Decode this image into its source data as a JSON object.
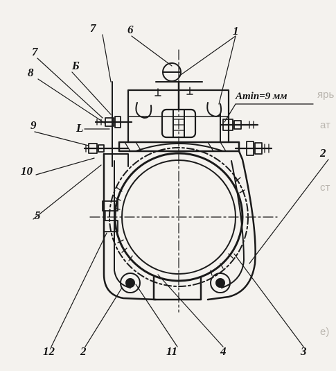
{
  "diagram": {
    "callouts": {
      "c1": "1",
      "c2_right": "2",
      "c2_bottom": "2",
      "c3": "3",
      "c4": "4",
      "c5": "5",
      "c6": "6",
      "c7_top": "7",
      "c7_left": "7",
      "c8": "8",
      "c9": "9",
      "c10": "10",
      "c11": "11",
      "c12": "12",
      "cB": "Б",
      "cL": "L"
    },
    "dimension_note": "Amin=9 мм"
  },
  "background_text": {
    "r1": "ярь",
    "r2": "ат",
    "r3": "ст",
    "r4": "е)"
  },
  "colors": {
    "ink": "#1a1a1a",
    "paper": "#f4f2ee",
    "ghost_text": "#b9b5ae"
  }
}
